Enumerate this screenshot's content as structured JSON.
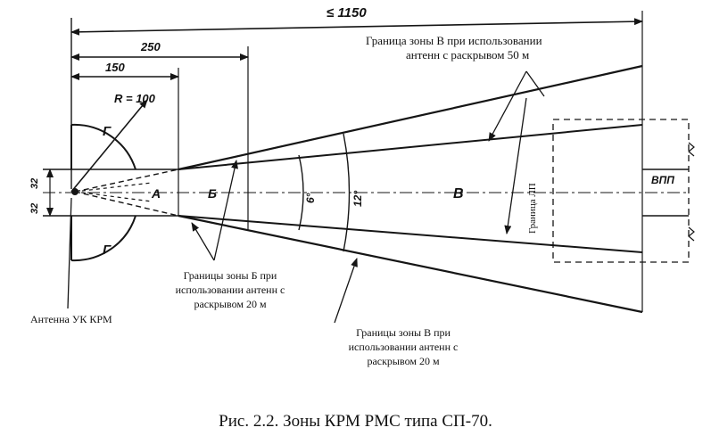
{
  "dimensions": {
    "total": "≤ 1150",
    "d250": "250",
    "d150": "150",
    "radius": "R = 100",
    "half_width_upper": "32",
    "half_width_lower": "32",
    "angle_b": "6°",
    "angle_v": "12°"
  },
  "zones": {
    "a": "А",
    "b": "Б",
    "v": "В",
    "g_upper": "Г",
    "g_lower": "Г",
    "vpp": "ВПП"
  },
  "labels": {
    "zone_v_50_line1": "Граница зоны В при использовании",
    "zone_v_50_line2": "антенн с раскрывом 50 м",
    "zone_b_20_line1": "Границы зоны Б при",
    "zone_b_20_line2": "использовании антенн с",
    "zone_b_20_line3": "раскрывом 20 м",
    "zone_v_20_line1": "Границы зоны В при",
    "zone_v_20_line2": "использовании антенн с",
    "zone_v_20_line3": "раскрывом 20 м",
    "antenna": "Антенна УК КРМ",
    "lp_boundary": "Граница ЛП"
  },
  "caption": "Рис. 2.2. Зоны КРМ РМС типа СП-70."
}
